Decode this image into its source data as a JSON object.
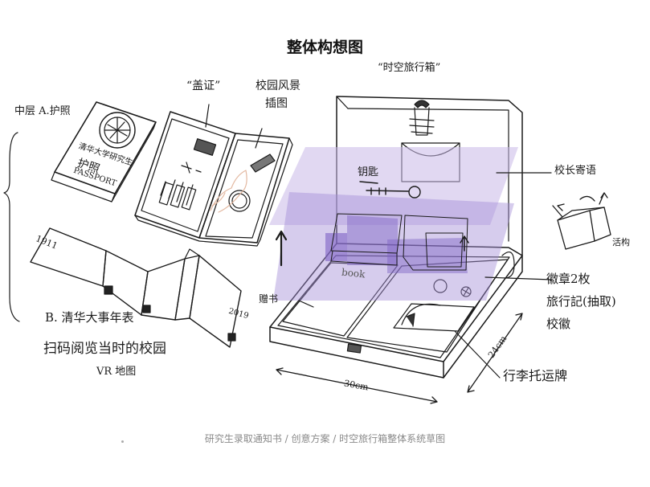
{
  "title": "整体构想图",
  "caption": "研究生录取通知书 / 创意方案 / 时空旅行箱整体系统草图",
  "labels": {
    "middle_layer_a": "中层  A.护照",
    "stamp": "“盖证”",
    "campus_scenery": "校园风景",
    "illustration": "插图",
    "suitcase_name": "“时空旅行箱”",
    "key": "钥匙",
    "alumni_message": "校长寄语",
    "live_structure": "活构",
    "badges": "徽章2枚",
    "travel_record": "旅行記(抽取)",
    "school_badge": "校徽",
    "gift_book": "赠书",
    "luggage_tag": "行李托运牌",
    "timeline_b": "B. 清华大事年表",
    "scan_vr": "扫码阅览当时的校园",
    "vr_map": "VR 地图",
    "width_dim": "30cm",
    "depth_dim": "24cm",
    "year_start": "1911",
    "year_end": "2019",
    "book_word": "book",
    "passport_cn": "护照",
    "passport_en": "PASSPORT",
    "passport_school": "清华大学研究生"
  },
  "colors": {
    "ink": "#1a1a1a",
    "purple_light": "#c9b8e8",
    "purple_mid": "#a58fd6",
    "purple_dark": "#7d61c4",
    "caption_gray": "#8a8a8a"
  }
}
